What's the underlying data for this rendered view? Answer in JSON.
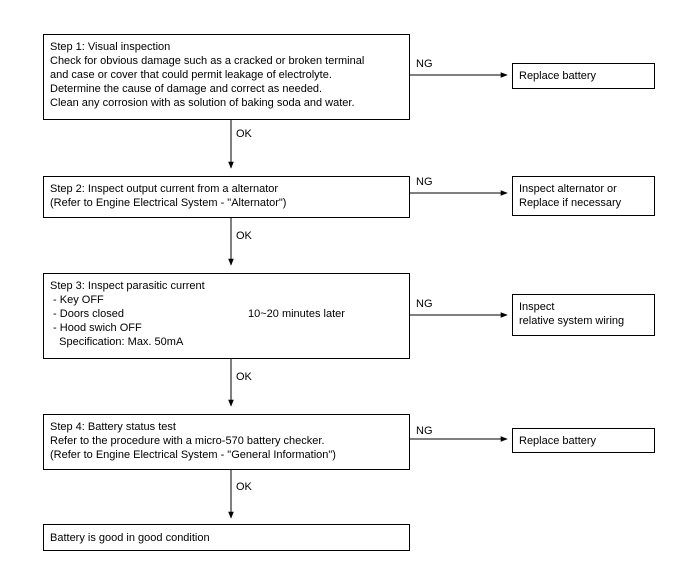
{
  "steps": [
    {
      "lines": [
        "Step 1: Visual inspection",
        "Check for obvious damage such as a cracked or broken terminal",
        "and case or cover that could permit leakage of electrolyte.",
        "Determine the cause of damage and correct as needed.",
        "Clean any corrosion with as solution of baking soda and water."
      ],
      "ng_label": "NG",
      "ng_action": [
        "Replace battery"
      ]
    },
    {
      "lines": [
        "Step 2: Inspect output current from a alternator",
        "(Refer to Engine Electrical System - \"Alternator\")"
      ],
      "ng_label": "NG",
      "ng_action": [
        "Inspect alternator or",
        "Replace if necessary"
      ]
    },
    {
      "lines": [
        "Step 3: Inspect parasitic current",
        " - Key OFF",
        " - Doors closed",
        " - Hood swich OFF",
        "   Specification: Max. 50mA"
      ],
      "note": "10~20 minutes later",
      "ng_label": "NG",
      "ng_action": [
        "Inspect",
        "relative system wiring"
      ]
    },
    {
      "lines": [
        "Step 4: Battery status test",
        "Refer to the procedure with a micro-570 battery checker.",
        "(Refer to Engine Electrical System - \"General Information\")"
      ],
      "ng_label": "NG",
      "ng_action": [
        "Replace battery"
      ]
    }
  ],
  "ok_labels": [
    "OK",
    "OK",
    "OK",
    "OK"
  ],
  "final": "Battery is good in good condition"
}
